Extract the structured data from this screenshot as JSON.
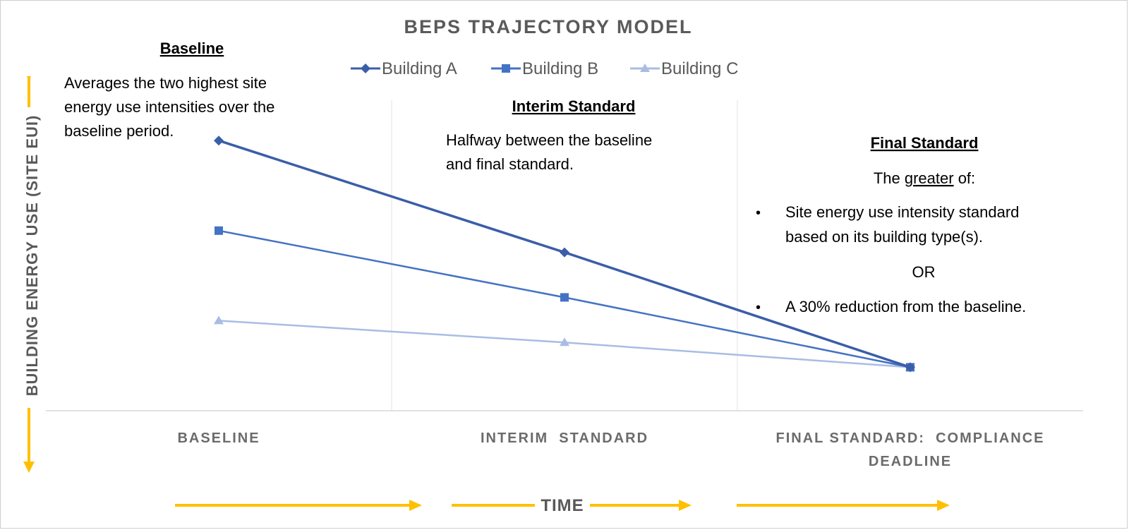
{
  "chart_data": {
    "type": "line",
    "title": "BEPS TRAJECTORY MODEL",
    "xlabel": "TIME",
    "ylabel": "BUILDING ENERGY USE (SITE EUI)",
    "categories": [
      "BASELINE",
      "INTERIM  STANDARD",
      "FINAL STANDARD:  COMPLIANCE DEADLINE"
    ],
    "category_lines": [
      [
        "BASELINE"
      ],
      [
        "INTERIM  STANDARD"
      ],
      [
        "FINAL STANDARD:  COMPLIANCE",
        "DEADLINE"
      ]
    ],
    "ylim": [
      0,
      100
    ],
    "grid": "vertical",
    "legend_position": "top",
    "series": [
      {
        "name": "Building A",
        "values": [
          87,
          51,
          14
        ],
        "marker": "diamond",
        "color": "#3a5ea8"
      },
      {
        "name": "Building B",
        "values": [
          58,
          36.5,
          14
        ],
        "marker": "square",
        "color": "#4472c4"
      },
      {
        "name": "Building C",
        "values": [
          29,
          22,
          14
        ],
        "marker": "triangle",
        "color": "#a9bde3"
      }
    ]
  },
  "annotations": {
    "baseline": {
      "heading": "Baseline",
      "lines": [
        "Averages the two highest site",
        "energy use intensities over the",
        "baseline period."
      ]
    },
    "interim": {
      "heading": "Interim Standard",
      "lines": [
        "Halfway between the baseline",
        "and final standard."
      ]
    },
    "final": {
      "heading": "Final Standard",
      "intro_pre": "The ",
      "intro_underlined": "greater",
      "intro_post": " of:",
      "bullet": "•",
      "bullet1_lines": [
        "Site energy use intensity standard",
        "based on its building type(s)."
      ],
      "or": "OR",
      "bullet2_lines": [
        "A 30% reduction from the baseline."
      ]
    }
  }
}
